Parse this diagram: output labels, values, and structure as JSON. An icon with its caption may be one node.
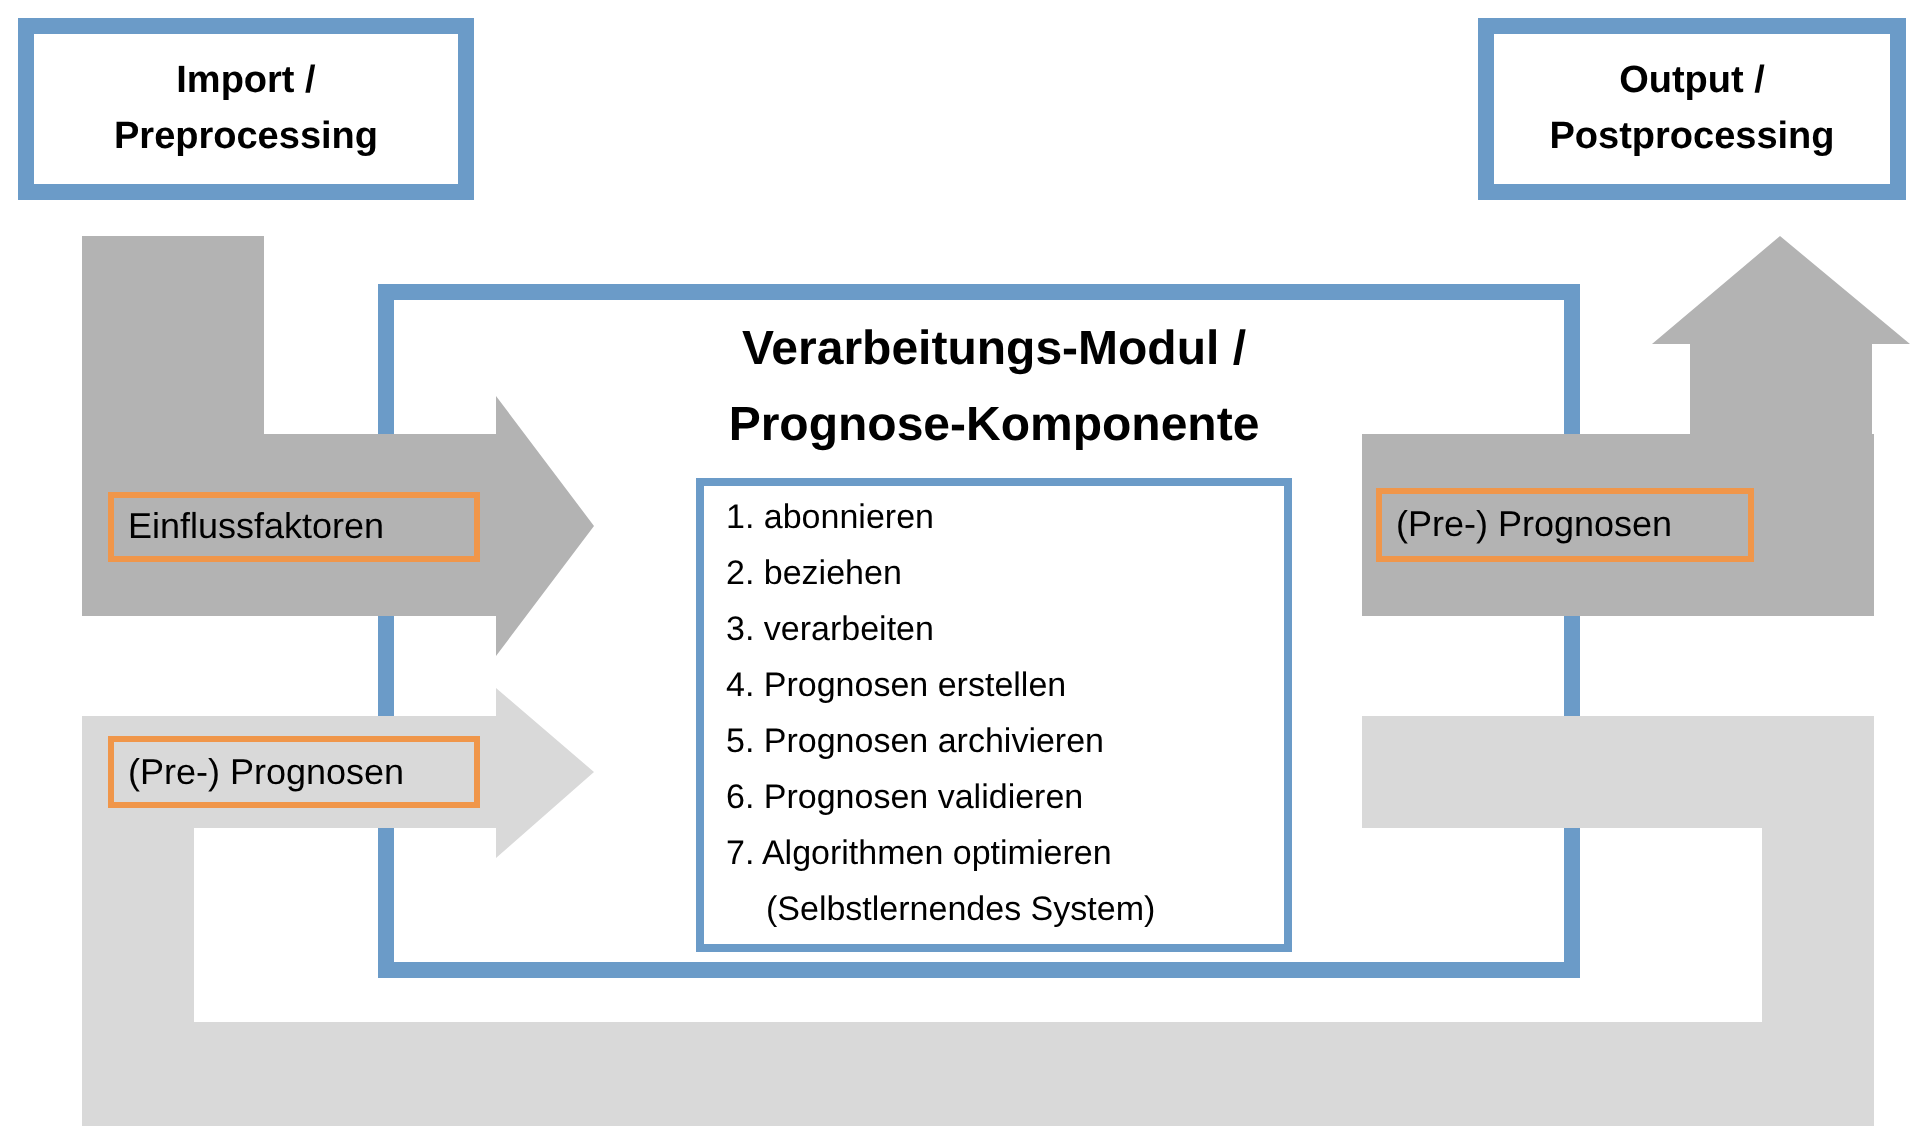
{
  "diagram": {
    "nodes": [
      {
        "text": [
          "Import / Preprocessing"
        ]
      },
      {
        "text": [
          "Output / Postprocessing"
        ]
      },
      {
        "text": [
          "Verarbeitungs-Modul / Prognose-Komponente"
        ]
      },
      {
        "text": [
          "1. abonnieren",
          "2. beziehen",
          "3. verarbeiten",
          "4. Prognosen erstellen",
          "5. Prognosen archivieren",
          "6. Prognosen validieren",
          "7. Algorithmen optimieren (Selbstlernendes System)"
        ],
        "in": 2
      },
      {
        "text": [
          "Einflussfaktoren"
        ]
      },
      {
        "text": [
          "(Pre-) Prognosen"
        ]
      },
      {
        "text": [
          "(Pre-) Prognosen"
        ]
      }
    ],
    "edges": [
      {
        "from": 0,
        "to": 2,
        "arrow": "to",
        "style": "thick"
      },
      {
        "from": 2,
        "to": 1,
        "arrow": "to",
        "style": "thick"
      },
      {
        "from": 2,
        "to": 5,
        "arrow": "none",
        "style": "thick",
        "color": "#d9d9d9"
      },
      {
        "from": 5,
        "to": 2,
        "arrow": "to",
        "style": "thick",
        "color": "#d9d9d9"
      }
    ]
  }
}
